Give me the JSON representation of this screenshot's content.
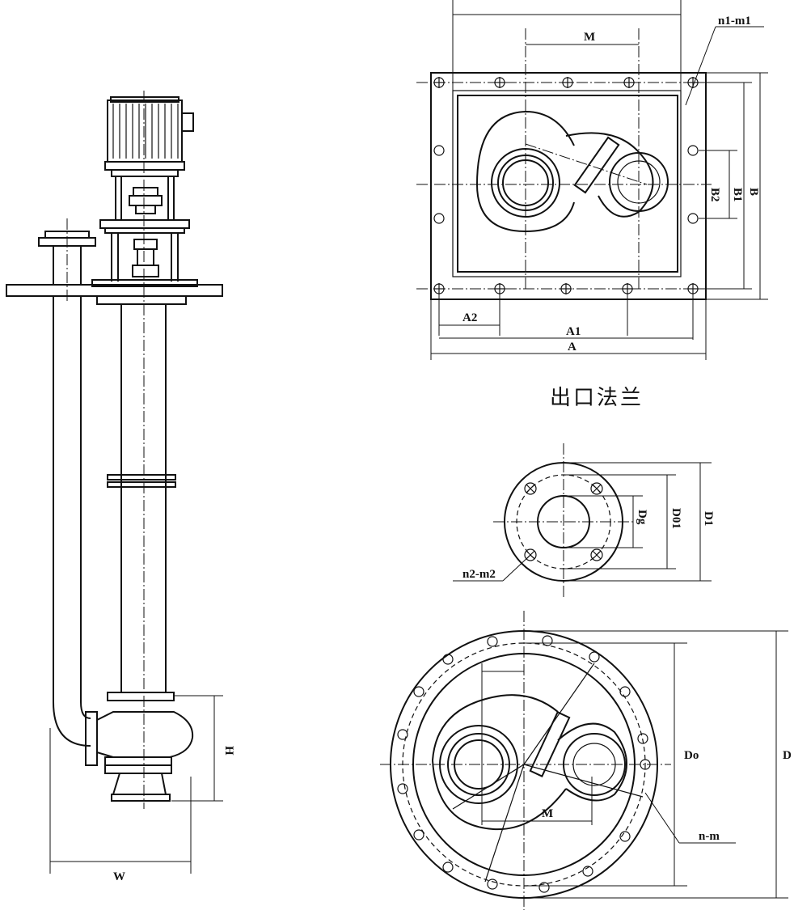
{
  "labels": {
    "top_n1m1": "n1-m1",
    "top_M": "M",
    "top_A2": "A2",
    "top_A1": "A1",
    "top_A": "A",
    "top_B2": "B2",
    "top_B1": "B1",
    "top_B": "B",
    "caption_outlet_flange": "出口法兰",
    "flange_Dg": "Dg",
    "flange_D01": "D01",
    "flange_D1": "D1",
    "flange_n2m2": "n2-m2",
    "bottom_Do": "Do",
    "bottom_D": "D",
    "bottom_nm": "n-m",
    "bottom_M": "M",
    "side_H": "H",
    "side_W": "W"
  }
}
